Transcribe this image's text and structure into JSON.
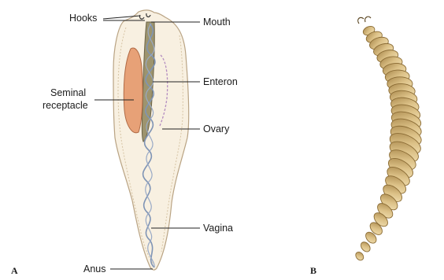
{
  "figure": {
    "panel_a": "A",
    "panel_b": "B",
    "labels": {
      "hooks": "Hooks",
      "mouth": "Mouth",
      "seminal_receptacle_line1": "Seminal",
      "seminal_receptacle_line2": "receptacle",
      "enteron": "Enteron",
      "ovary": "Ovary",
      "vagina": "Vagina",
      "anus": "Anus"
    }
  }
}
